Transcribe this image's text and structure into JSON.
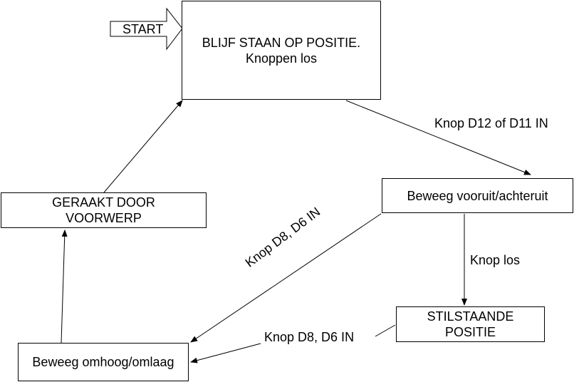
{
  "start_label": "START",
  "nodes": {
    "idle": {
      "line1": "BLIJF STAAN OP POSITIE.",
      "line2": "Knoppen los"
    },
    "move_fb": {
      "line1": "Beweeg vooruit/achteruit"
    },
    "still": {
      "line1": "STILSTAANDE",
      "line2": "POSITIE"
    },
    "move_ud": {
      "line1": "Beweeg omhoog/omlaag"
    },
    "hit": {
      "line1": "GERAAKT DOOR",
      "line2": "VOORWERP"
    }
  },
  "edges": {
    "idle_to_move_fb": "Knop D12 of D11 IN",
    "move_fb_to_still": "Knop los",
    "still_to_move_ud": "Knop D8, D6 IN",
    "move_fb_to_move_ud": "Knop D8, D6 IN"
  },
  "colors": {
    "stroke": "#000000",
    "background": "#ffffff"
  }
}
